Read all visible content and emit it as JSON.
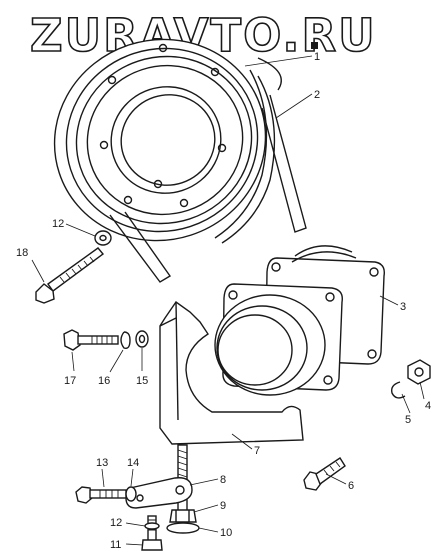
{
  "watermark": "ZURAVTO.RU",
  "callouts": [
    "1",
    "2",
    "3",
    "4",
    "5",
    "6",
    "7",
    "8",
    "9",
    "10",
    "11",
    "12",
    "12",
    "13",
    "14",
    "15",
    "16",
    "17",
    "18"
  ],
  "colors": {
    "ink": "#1a1a1a",
    "paper": "#ffffff"
  }
}
